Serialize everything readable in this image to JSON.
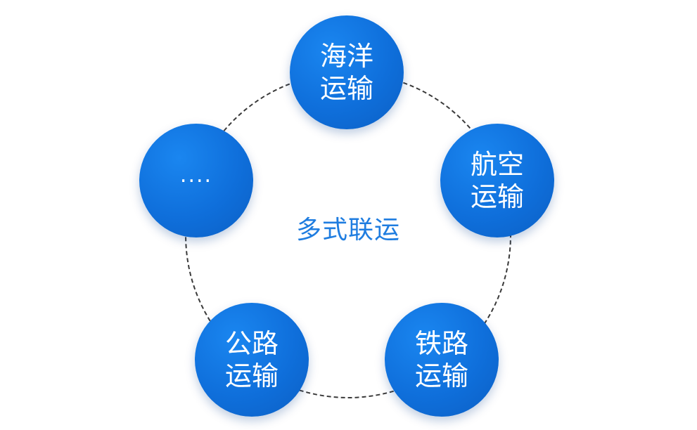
{
  "center": {
    "label": "多式联运"
  },
  "nodes": {
    "sea": {
      "line1": "海洋",
      "line2": "运输"
    },
    "air": {
      "line1": "航空",
      "line2": "运输"
    },
    "rail": {
      "line1": "铁路",
      "line2": "运输"
    },
    "road": {
      "line1": "公路",
      "line2": "运输"
    },
    "more": {
      "label": "...."
    }
  },
  "colors": {
    "node_fill": "#0f6fdb",
    "center_text": "#1f7de0",
    "ring_stroke": "#3a3a3a"
  }
}
